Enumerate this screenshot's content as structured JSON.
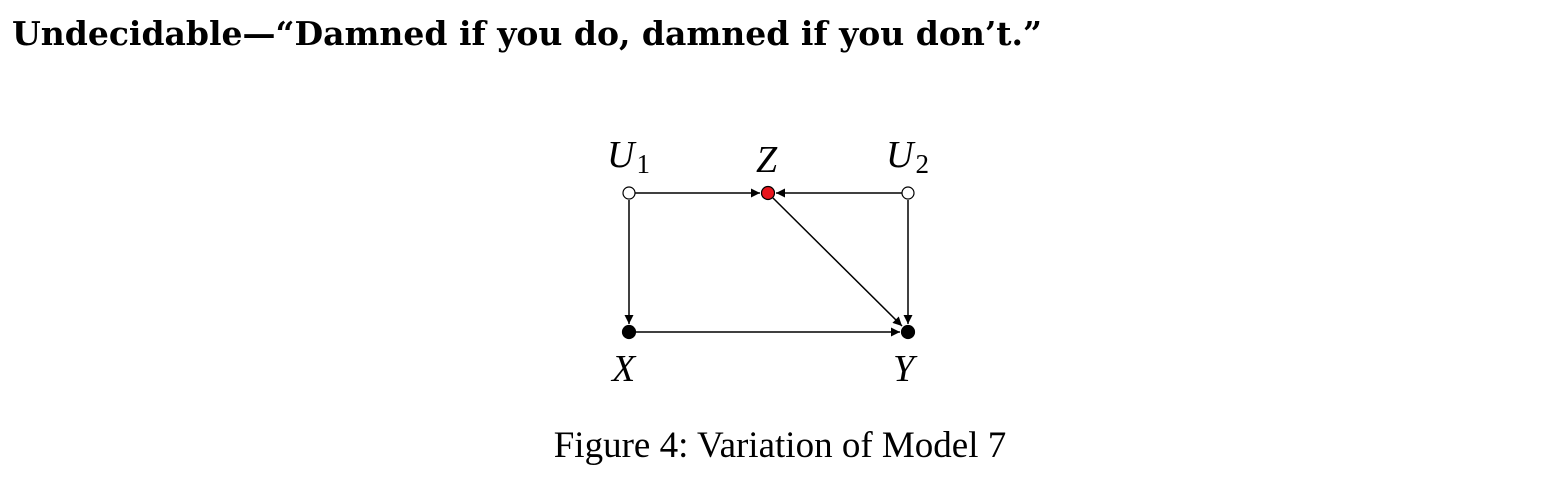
{
  "heading": "Undecidable—“Damned if you do, damned if you don’t.”",
  "caption": "Figure 4: Variation of Model 7",
  "diagram": {
    "nodes": [
      {
        "id": "U1",
        "label": "U",
        "subscript": "1",
        "fill": "white",
        "color": "#ffffff"
      },
      {
        "id": "Z",
        "label": "Z",
        "subscript": "",
        "fill": "red",
        "color": "#e8141c"
      },
      {
        "id": "U2",
        "label": "U",
        "subscript": "2",
        "fill": "white",
        "color": "#ffffff"
      },
      {
        "id": "X",
        "label": "X",
        "subscript": "",
        "fill": "black",
        "color": "#000000"
      },
      {
        "id": "Y",
        "label": "Y",
        "subscript": "",
        "fill": "black",
        "color": "#000000"
      }
    ],
    "edges": [
      {
        "from": "U1",
        "to": "Z"
      },
      {
        "from": "U2",
        "to": "Z"
      },
      {
        "from": "U1",
        "to": "X"
      },
      {
        "from": "U2",
        "to": "Y"
      },
      {
        "from": "Z",
        "to": "Y"
      },
      {
        "from": "X",
        "to": "Y"
      }
    ]
  }
}
